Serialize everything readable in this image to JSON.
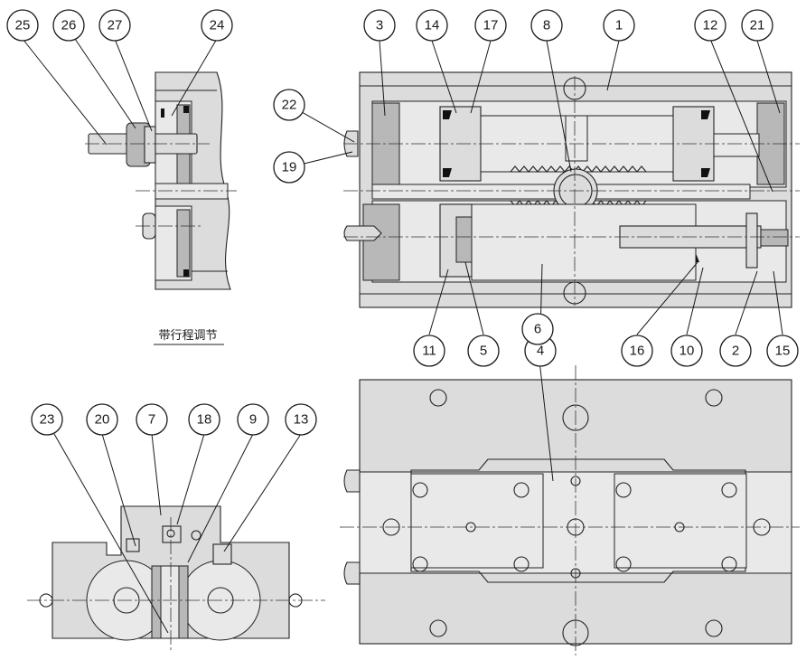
{
  "callouts": {
    "n1": "1",
    "n2": "2",
    "n3": "3",
    "n4": "4",
    "n5": "5",
    "n6": "6",
    "n7": "7",
    "n8": "8",
    "n9": "9",
    "n10": "10",
    "n11": "11",
    "n12": "12",
    "n13": "13",
    "n14": "14",
    "n15": "15",
    "n16": "16",
    "n17": "17",
    "n18": "18",
    "n19": "19",
    "n20": "20",
    "n21": "21",
    "n22": "22",
    "n23": "23",
    "n24": "24",
    "n25": "25",
    "n26": "26",
    "n27": "27"
  },
  "captions": {
    "stroke_adjust": "带行程调节"
  }
}
